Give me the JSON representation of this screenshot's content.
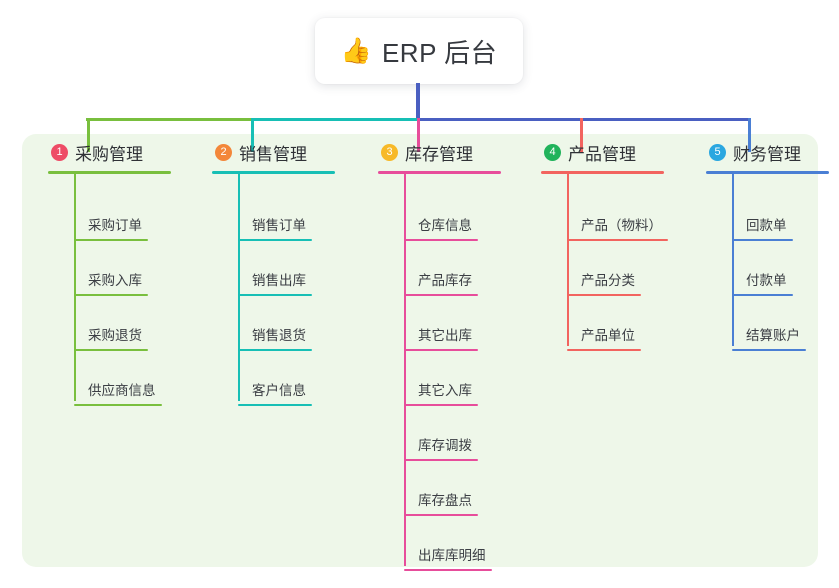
{
  "page": {
    "background": "#ffffff",
    "panel_background": "#eef7e9"
  },
  "root": {
    "icon": "thumbs-up-icon",
    "icon_glyph": "👍",
    "title": "ERP 后台",
    "stem_color": "#4a5fc1"
  },
  "connector": {
    "segments": [
      {
        "name": "green-span",
        "color": "#79bf3e"
      },
      {
        "name": "teal-span",
        "color": "#17bfb5"
      },
      {
        "name": "blue-span",
        "color": "#4a5fc1"
      }
    ]
  },
  "columns": [
    {
      "index": "1",
      "title": "采购管理",
      "color": "#79bf3e",
      "badge_color": "#ee4c66",
      "drop_color": "#79bf3e",
      "items": [
        {
          "label": "采购订单"
        },
        {
          "label": "采购入库"
        },
        {
          "label": "采购退货"
        },
        {
          "label": "供应商信息"
        }
      ]
    },
    {
      "index": "2",
      "title": "销售管理",
      "color": "#17bfb5",
      "badge_color": "#f3873a",
      "drop_color": "#17bfb5",
      "items": [
        {
          "label": "销售订单"
        },
        {
          "label": "销售出库"
        },
        {
          "label": "销售退货"
        },
        {
          "label": "客户信息"
        }
      ]
    },
    {
      "index": "3",
      "title": "库存管理",
      "color": "#e74d9b",
      "badge_color": "#f7b928",
      "drop_color": "#e74d9b",
      "items": [
        {
          "label": "仓库信息"
        },
        {
          "label": "产品库存"
        },
        {
          "label": "其它出库"
        },
        {
          "label": "其它入库"
        },
        {
          "label": "库存调拨"
        },
        {
          "label": "库存盘点"
        },
        {
          "label": "出库库明细"
        }
      ]
    },
    {
      "index": "4",
      "title": "产品管理",
      "color": "#f2645f",
      "badge_color": "#21b35b",
      "drop_color": "#f2645f",
      "items": [
        {
          "label": "产品（物料）"
        },
        {
          "label": "产品分类"
        },
        {
          "label": "产品单位"
        }
      ]
    },
    {
      "index": "5",
      "title": "财务管理",
      "color": "#4a7fd4",
      "badge_color": "#2aa7e0",
      "drop_color": "#4a7fd4",
      "items": [
        {
          "label": "回款单"
        },
        {
          "label": "付款单"
        },
        {
          "label": "结算账户"
        }
      ]
    }
  ]
}
